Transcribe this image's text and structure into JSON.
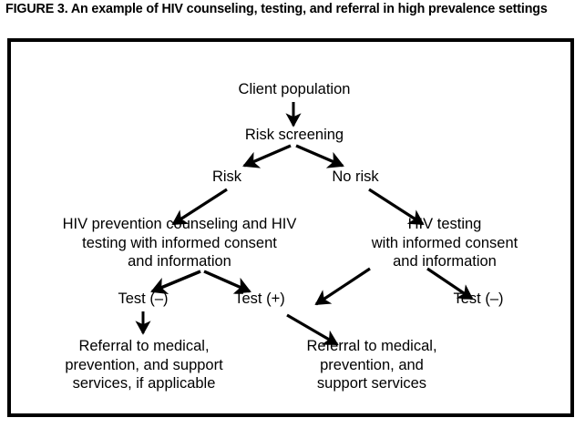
{
  "figure": {
    "caption": "FIGURE 3. An example of HIV counseling, testing, and referral in high prevalence settings",
    "frame_color": "#000000",
    "background_color": "#ffffff",
    "text_color": "#000000"
  },
  "chart_data": {
    "type": "diagram",
    "title": "FIGURE 3. An example of HIV counseling, testing, and referral in high prevalence settings",
    "nodes": [
      {
        "id": "client-population",
        "label": "Client population"
      },
      {
        "id": "risk-screening",
        "label": "Risk screening"
      },
      {
        "id": "risk",
        "label": "Risk"
      },
      {
        "id": "no-risk",
        "label": "No risk"
      },
      {
        "id": "prevention-counseling",
        "label": "HIV prevention counseling and HIV\ntesting with informed consent\nand information"
      },
      {
        "id": "hiv-testing",
        "label": "HIV testing\nwith informed consent\nand information"
      },
      {
        "id": "test-negative-left",
        "label": "Test (–)"
      },
      {
        "id": "test-positive",
        "label": "Test (+)"
      },
      {
        "id": "test-negative-right",
        "label": "Test (–)"
      },
      {
        "id": "referral-applicable",
        "label": "Referral to medical,\nprevention, and support\nservices, if applicable"
      },
      {
        "id": "referral-support",
        "label": "Referral to medical,\nprevention, and\nsupport services"
      }
    ],
    "edges": [
      {
        "from": "client-population",
        "to": "risk-screening"
      },
      {
        "from": "risk-screening",
        "to": "risk"
      },
      {
        "from": "risk-screening",
        "to": "no-risk"
      },
      {
        "from": "risk",
        "to": "prevention-counseling"
      },
      {
        "from": "no-risk",
        "to": "hiv-testing"
      },
      {
        "from": "prevention-counseling",
        "to": "test-negative-left"
      },
      {
        "from": "prevention-counseling",
        "to": "test-positive"
      },
      {
        "from": "hiv-testing",
        "to": "test-positive"
      },
      {
        "from": "hiv-testing",
        "to": "test-negative-right"
      },
      {
        "from": "test-negative-left",
        "to": "referral-applicable"
      },
      {
        "from": "test-positive",
        "to": "referral-support"
      }
    ]
  }
}
